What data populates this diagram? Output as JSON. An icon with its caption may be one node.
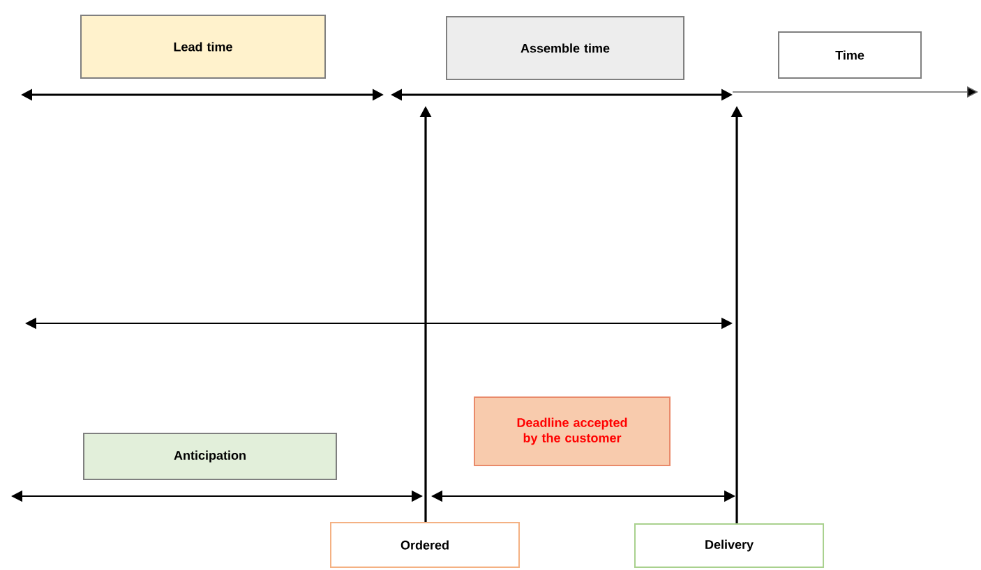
{
  "diagram": {
    "nodes": [
      {
        "text": [
          "Lead time"
        ]
      },
      {
        "text": [
          "Assemble  time"
        ]
      },
      {
        "text": [
          "Time"
        ]
      },
      {
        "text": [
          "Anticipation"
        ]
      },
      {
        "text": [
          "Deadline accepted by the customer"
        ]
      },
      {
        "text": [
          "Ordered"
        ]
      },
      {
        "text": [
          "Delivery"
        ]
      }
    ],
    "edges": [
      {
        "from": 5,
        "to": null,
        "arrow": "to"
      },
      {
        "from": 6,
        "to": null,
        "arrow": "to"
      }
    ]
  }
}
